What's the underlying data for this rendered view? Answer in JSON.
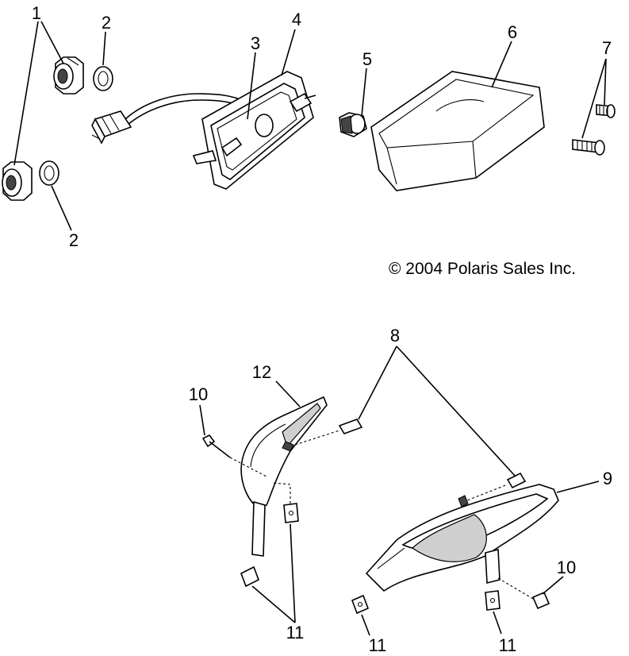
{
  "diagram": {
    "copyright": "© 2004 Polaris Sales Inc.",
    "callouts": {
      "c1": "1",
      "c2a": "2",
      "c2b": "2",
      "c3": "3",
      "c4": "4",
      "c5": "5",
      "c6": "6",
      "c7": "7",
      "c8": "8",
      "c9": "9",
      "c10a": "10",
      "c10b": "10",
      "c11a": "11",
      "c11b": "11",
      "c11c": "11",
      "c12": "12"
    }
  }
}
